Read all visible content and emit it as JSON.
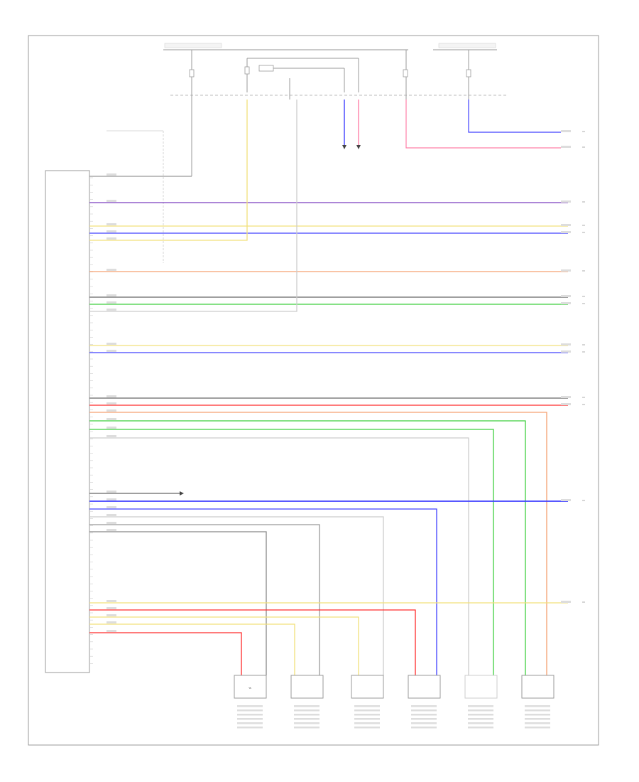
{
  "diagram": {
    "footer_code": "",
    "colors": {
      "border": "#999999",
      "wire_red": "#ff2a2a",
      "wire_pink": "#ff7fa8",
      "wire_blue": "#4040ff",
      "wire_violet": "#7a3fbf",
      "wire_yellow": "#f2e07a",
      "wire_green": "#3fcf3f",
      "wire_gray": "#888888",
      "wire_lightgray": "#cccccc",
      "wire_orange": "#f5a070",
      "wire_brown": "#8b5a3c",
      "wire_darkbrown": "#a07850",
      "bus": "#aaaaaa"
    },
    "module_label": "",
    "fuse_boxes": [],
    "bus_labels": [],
    "ground_label": "",
    "bulb_label": "",
    "components": [
      {
        "name": "passenger-seat-weight-sensor",
        "icon": "light-bulb",
        "label": ""
      },
      {
        "name": "driver-side-airbag",
        "icon": "light-bulb",
        "label": ""
      },
      {
        "name": "passenger-side-airbag",
        "icon": "light-bulb",
        "label": ""
      },
      {
        "name": "driver-seat-belt-pretensioner",
        "icon": "light-bulb",
        "label": ""
      },
      {
        "name": "driver-seat-track-sensor",
        "icon": "light-bulb",
        "label": ""
      },
      {
        "name": "passenger-seat-belt-buckle",
        "icon": "light-bulb",
        "label": ""
      }
    ]
  }
}
